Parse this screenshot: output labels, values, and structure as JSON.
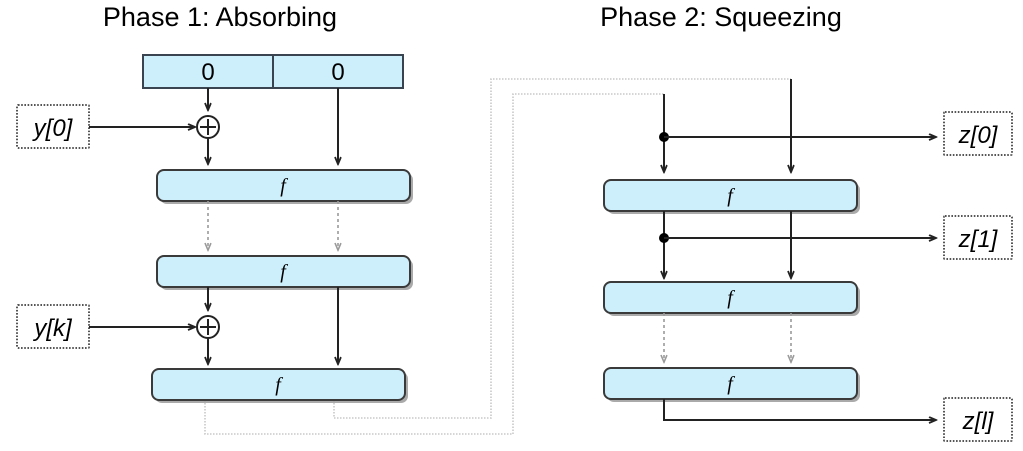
{
  "phases": [
    {
      "title": "Phase 1: Absorbing"
    },
    {
      "title": "Phase 2: Squeezing"
    }
  ],
  "initial_state": {
    "rate_label": "0",
    "capacity_label": "0"
  },
  "permutation_label": "f",
  "absorbing": {
    "inputs": [
      {
        "label": "y[0]"
      },
      {
        "label": "y[k]"
      }
    ],
    "rounds": [
      "f",
      "f",
      "f"
    ]
  },
  "squeezing": {
    "outputs": [
      {
        "label": "z[0]"
      },
      {
        "label": "z[1]"
      },
      {
        "label": "z[l]"
      }
    ],
    "rounds": [
      "f",
      "f",
      "f"
    ]
  },
  "colors": {
    "block_fill": "#cdeffc",
    "block_stroke": "#3a3a3a",
    "solid_arrow": "#222222",
    "dashed_arrow": "#9a9a9a",
    "feedback_line": "#c8c8c8",
    "background": "#ffffff"
  }
}
